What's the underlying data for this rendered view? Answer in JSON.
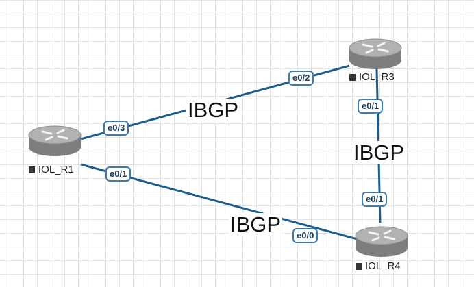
{
  "diagram": {
    "nodes": [
      {
        "id": "r1",
        "label": "IOL_R1",
        "icon": "router-icon"
      },
      {
        "id": "r3",
        "label": "IOL_R3",
        "icon": "router-icon"
      },
      {
        "id": "r4",
        "label": "IOL_R4",
        "icon": "router-icon"
      }
    ],
    "links": [
      {
        "from": "r1",
        "to": "r3",
        "label": "IBGP",
        "from_iface": "e0/3",
        "to_iface": "e0/2"
      },
      {
        "from": "r1",
        "to": "r4",
        "label": "IBGP",
        "from_iface": "e0/1",
        "to_iface": "e0/0"
      },
      {
        "from": "r3",
        "to": "r4",
        "label": "IBGP",
        "from_iface": "e0/1",
        "to_iface": "e0/1"
      }
    ]
  },
  "colors": {
    "link": "#1b5e8c",
    "iface_border": "#3b7bb2",
    "router_body": "#8a8a8a",
    "grid": "#e3e3e3"
  }
}
